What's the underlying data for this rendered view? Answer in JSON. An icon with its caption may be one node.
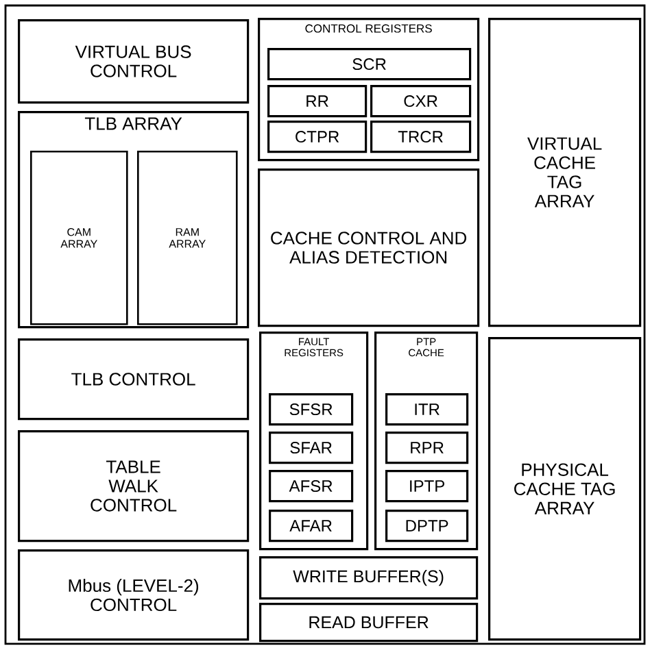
{
  "diagram": {
    "nodes": [
      {
        "text": [
          "VIRTUAL BUS CONTROL"
        ]
      },
      {
        "text": [
          "TLB ARRAY"
        ]
      },
      {
        "text": [
          "CAM ARRAY"
        ],
        "in": 1
      },
      {
        "text": [
          "RAM ARRAY"
        ],
        "in": 1
      },
      {
        "text": [
          "CONTROL REGISTERS"
        ]
      },
      {
        "text": [
          "SCR"
        ],
        "in": 4
      },
      {
        "text": [
          "RR"
        ],
        "in": 4
      },
      {
        "text": [
          "CXR"
        ],
        "in": 4
      },
      {
        "text": [
          "CTPR"
        ],
        "in": 4
      },
      {
        "text": [
          "TRCR"
        ],
        "in": 4
      },
      {
        "text": [
          "CACHE CONTROL AND ALIAS DETECTION"
        ]
      },
      {
        "text": [
          "VIRTUAL CACHE TAG ARRAY"
        ]
      },
      {
        "text": [
          "TLB CONTROL"
        ]
      },
      {
        "text": [
          "TABLE WALK CONTROL"
        ]
      },
      {
        "text": [
          "Mbus (LEVEL-2) CONTROL"
        ]
      },
      {
        "text": [
          "FAULT REGISTERS"
        ]
      },
      {
        "text": [
          "SFSR"
        ],
        "in": 15
      },
      {
        "text": [
          "SFAR"
        ],
        "in": 15
      },
      {
        "text": [
          "AFSR"
        ],
        "in": 15
      },
      {
        "text": [
          "AFAR"
        ],
        "in": 15
      },
      {
        "text": [
          "PTP CACHE"
        ]
      },
      {
        "text": [
          "ITR"
        ],
        "in": 20
      },
      {
        "text": [
          "RPR"
        ],
        "in": 20
      },
      {
        "text": [
          "IPTP"
        ],
        "in": 20
      },
      {
        "text": [
          "DPTP"
        ],
        "in": 20
      },
      {
        "text": [
          "WRITE BUFFER(S)"
        ]
      },
      {
        "text": [
          "READ BUFFER"
        ]
      },
      {
        "text": [
          "PHYSICAL CACHE TAG ARRAY"
        ]
      }
    ],
    "edges": []
  }
}
